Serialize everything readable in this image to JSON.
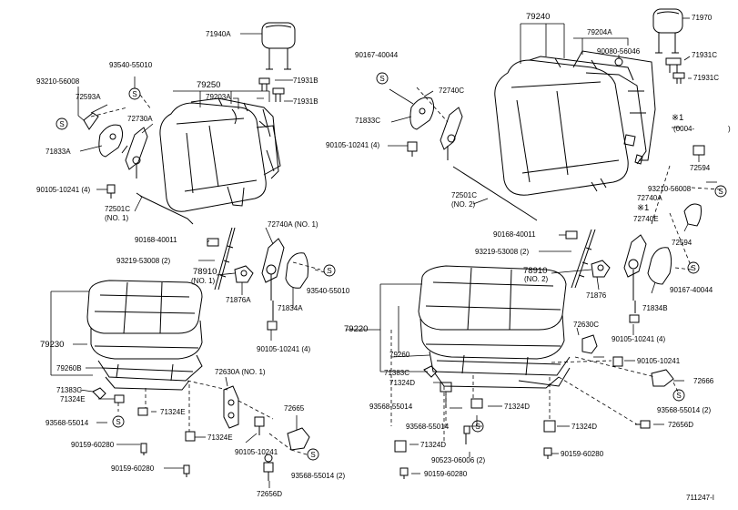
{
  "diagram": {
    "figure_id": "711247-I",
    "labels": {
      "p71940A": "71940A",
      "p93210_56008_l": "93210-56008",
      "p93540_55010_top": "93540-55010",
      "p79250": "79250",
      "p79203A": "79203A",
      "p71931B_a": "71931B",
      "p71931B_b": "71931B",
      "p72593A": "72593A",
      "p72730A": "72730A",
      "p71833A": "71833A",
      "p90105_10241_4a": "90105-10241 (4)",
      "p72501C_1": "72501C",
      "p72501C_1_no": "(NO. 1)",
      "p72740A_no1": "72740A (NO. 1)",
      "p90168_40011_l": "90168-40011",
      "p93219_53008_2l": "93219-53008 (2)",
      "p78910_l": "78910",
      "p78910_l_no": "(NO. 1)",
      "p71876_l": "71876A",
      "p71834A": "71834A",
      "p93540_55010_b": "93540-55010",
      "p90105_10241_4b": "90105-10241 (4)",
      "p79230": "79230",
      "p79260B": "79260B",
      "p71383C_l": "71383C",
      "p71324E_a": "71324E",
      "p93568_55014_l": "93568-55014",
      "p71324E_b": "71324E",
      "p90159_60280_a": "90159-60280",
      "p71324E_c": "71324E",
      "p90159_60280_b": "90159-60280",
      "p72656D_l": "72656D",
      "p72630A": "72630A (NO. 1)",
      "p90105_10241_c": "90105-10241",
      "p72665": "72665",
      "p93568_55014_2l": "93568-55014 (2)",
      "p90167_40044_t": "90167-40044",
      "p72740C": "72740C",
      "p71833C": "71833C",
      "p90105_10241_4c": "90105-10241 (4)",
      "p72501C_2": "72501C",
      "p72501C_2_no": "(NO. 2)",
      "p79240": "79240",
      "p79204A": "79204A",
      "p90080_56046": "90080-56046",
      "p71970": "71970",
      "p71931C_a": "71931C",
      "p71931C_b": "71931C",
      "p_note1_a": "※1",
      "p_note1_paren": "(0004-",
      "p_note1_close": ")",
      "p72594_a": "72594",
      "p93210_56008_r": "93210-56008",
      "p72740A_r": "72740A",
      "p_note1_b": "※1",
      "p72740E": "72740E",
      "p72594_b": "72594",
      "p90168_40011_r": "90168-40011",
      "p93219_53008_2r": "93219-53008 (2)",
      "p78910_r": "78910",
      "p78910_r_no": "(NO. 2)",
      "p71876_r": "71876",
      "p71834B": "71834B",
      "p90167_40044_b": "90167-40044",
      "p79220": "79220",
      "p72630C": "72630C",
      "p90105_10241_4d": "90105-10241 (4)",
      "p79260": "79260",
      "p71383C_r": "71383C",
      "p71324D_a": "71324D",
      "p93568_55014_r": "93568-55014",
      "p71324D_b": "71324D",
      "p93568_55014_r2": "93568-55014",
      "p71324D_c": "71324D",
      "p90105_10241_r": "90105-10241",
      "p72666": "72666",
      "p93568_55014_2r": "93568-55014 (2)",
      "p72656D_r": "72656D",
      "p71324D_d": "71324D",
      "p90159_60280_c": "90159-60280",
      "p90523_06006": "90523-06006 (2)",
      "p90159_60280_d": "90159-60280"
    }
  }
}
